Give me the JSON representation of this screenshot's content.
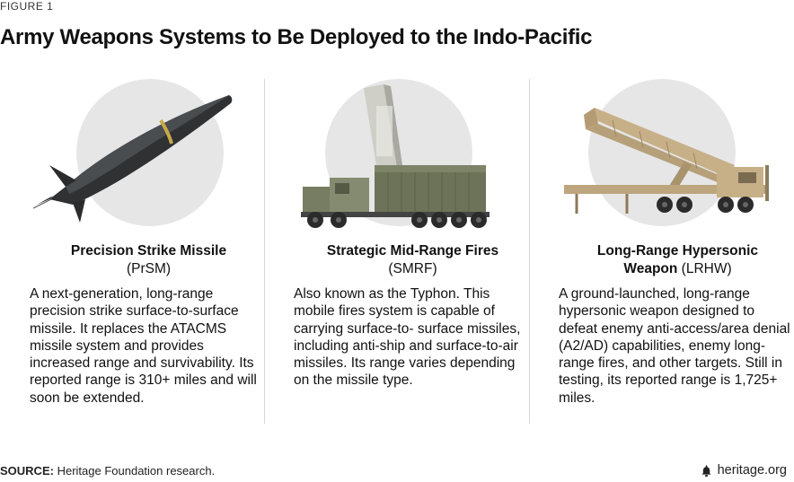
{
  "figure_label": "FIGURE 1",
  "title": "Army Weapons Systems to Be Deployed to the Indo-Pacific",
  "items": [
    {
      "name": "Precision Strike Missile",
      "abbr_line": "(PrSM)",
      "description": "A next-generation, long-range precision strike surface-to-surface missile. It replaces the ATACMS missile system and provides increased range and survivability. Its reported range is 310+ miles and will soon be extended."
    },
    {
      "name": "Strategic Mid-Range Fires",
      "abbr_line": "(SMRF)",
      "description": "Also known as the Typhon. This mobile fires system is capable of carrying surface-to- surface missiles, including anti-ship and surface-to-air missiles. Its range varies depending on the missile type."
    },
    {
      "name_line1": "Long-Range Hypersonic",
      "name_line2": "Weapon",
      "abbr": "(LRHW)",
      "description": "A ground-launched, long-range hypersonic weapon designed to defeat enemy anti-access/area denial (A2/AD) capabilities, enemy long-range fires, and other targets. Still in testing, its reported range is 1,725+ miles."
    }
  ],
  "source": {
    "label": "SOURCE:",
    "text": "Heritage Foundation research."
  },
  "brand": {
    "text": "heritage.org",
    "icon": "bell-icon"
  },
  "colors": {
    "circle": "#e6e6e6",
    "missile": "#2f3133",
    "missile_band": "#c8a84a",
    "truck_green": "#6d7358",
    "truck_tan": "#c7b088"
  }
}
